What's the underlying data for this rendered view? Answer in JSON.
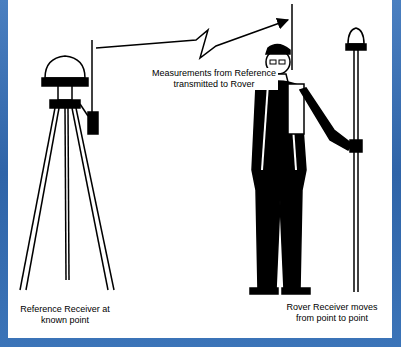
{
  "diagram": {
    "labels": [
      "Measurements from Reference transmitted to Rover",
      "Reference Receiver at known point",
      "Rover Receiver moves from point to point"
    ]
  }
}
